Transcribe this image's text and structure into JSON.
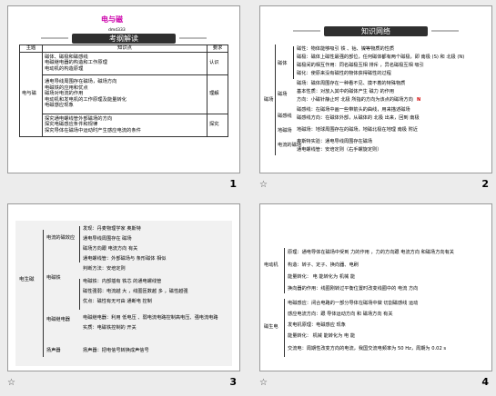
{
  "slide1": {
    "title": "电与磁",
    "subtitle": "dmd333",
    "banner": "考纲解读",
    "headers": [
      "主题",
      "知识点",
      "要求"
    ],
    "theme": "电与磁",
    "groups": [
      {
        "items": [
          "磁体、磁极和磁感线",
          "电磁继电器的构造和工作原理",
          "电动机的构造原理"
        ],
        "level": "认识"
      },
      {
        "items": [
          "通电导线周围存在磁场，磁场方向",
          "电磁铁的应用和优点",
          "磁场对电流的作用",
          "电动机和发电机的工作原理及能量转化",
          "电磁感应现象"
        ],
        "level": "理解"
      },
      {
        "items": [
          "探究通电螺线管外部磁场的方向",
          "探究电磁感应条件和规律",
          "探究导体在磁场中运动时产生感应电流的条件"
        ],
        "level": "探究"
      }
    ],
    "page": "1"
  },
  "slide2": {
    "banner": "知识网络",
    "root": "磁场",
    "branches": [
      "磁体",
      "磁场",
      "磁感线",
      "地磁场",
      "电流的磁场"
    ],
    "lines": [
      "磁性：物体能够吸引 铁 、钴、镍等物质的性质",
      "磁极：磁体上磁性最强的部位，任何磁体都有两个磁极，即 南极 (S) 和 北极 (N)",
      "磁极间的相互作用：同名磁极互相 排斥 ，异名磁极互相 吸引",
      "磁化：使原来没有磁性的物体获得磁性的过程",
      "磁场：磁体周围存在一种看不见、摸不着的特殊物质",
      "基本性质：对放入其中的磁体产生 磁力 的作用",
      "方向：小磁针静止时 北极 所指的方向为该点的磁场方向",
      "磁感线：在磁场中画一些带箭头的曲线，用来描述磁场",
      "磁感线方向：在磁体外部，从磁体的 北极 出来，回到 南极",
      "地磁场：地球周围存在的磁场，地磁北极在地理 南极 附近",
      "奥斯特实验：通电导线周围存在磁场",
      "通电螺线管：安培定则（右手螺旋定则）"
    ],
    "page": "2",
    "star": "☆"
  },
  "slide3": {
    "root": "电生磁",
    "branches": [
      "电流的磁效应",
      "电磁铁",
      "电磁继电器",
      "扬声器"
    ],
    "lines": [
      "发现：丹麦物理学家 奥斯特",
      "通电导线周围存在 磁场",
      "磁场方向跟 电流方向 有关",
      "通电螺线管：外部磁场与 条形磁体 相似",
      "判断方法：安培定则",
      "电磁铁：内部插有 铁芯 的通电螺线管",
      "磁性强弱：电流越 大 ，线圈匝数越 多 ，磁性越强",
      "优点：磁性有无可由 通断电 控制",
      "电磁继电器：利用 低电压 、弱电流电路控制高电压、强电流电路",
      "实质：电磁铁控制的 开关",
      "扬声器：把电信号转换成声信号"
    ],
    "page": "3",
    "star": "☆"
  },
  "slide4": {
    "root": "电动机",
    "root2": "磁生电",
    "lines": [
      "原理：通电导体在磁场中受到 力的作用 ，力的方向跟 电流方向 和磁场方向有关",
      "构造：转子、定子、换向器、电刷",
      "能量转化： 电 能转化为 机械 能",
      "换向器的作用：线圈刚转过平衡位置时改变线圈中的 电流 方向",
      "电磁感应：闭合电路的一部分导体在磁场中做 切割磁感线 运动",
      "感应电流方向：跟 导体运动方向 和 磁场方向 有关",
      "发电机原理：电磁感应 现象",
      "能量转化： 机械 能转化为 电 能",
      "交流电：周期性改变方向的电流，我国交流电频率为 50 Hz，周期为 0.02 s"
    ],
    "page": "4",
    "star": "☆"
  }
}
